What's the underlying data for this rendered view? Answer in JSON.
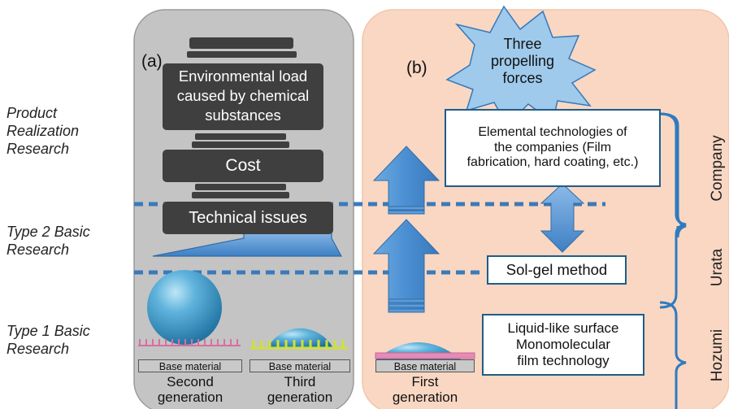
{
  "left_labels": {
    "product_realization": [
      "Product",
      "Realization",
      "Research"
    ],
    "type2": [
      "Type 2 Basic",
      "Research"
    ],
    "type1": [
      "Type 1 Basic",
      "Research"
    ]
  },
  "panel_a": {
    "label": "(a)",
    "environmental_load": [
      "Environmental load",
      "caused by chemical",
      "substances"
    ],
    "cost": "Cost",
    "technical_issues": "Technical issues",
    "base_label": "Base material",
    "second_generation": [
      "Second",
      "generation"
    ],
    "third_generation": [
      "Third",
      "generation"
    ]
  },
  "panel_b": {
    "label": "(b)",
    "star_text": [
      "Three",
      "propelling",
      "forces"
    ],
    "elemental_technologies": [
      "Elemental technologies of",
      "the companies (Film",
      "fabrication, hard coating, etc.)"
    ],
    "sol_gel": "Sol-gel method",
    "liquid_like": [
      "Liquid-like surface",
      "Monomolecular",
      "film technology"
    ],
    "base_label": "Base material",
    "first_generation": [
      "First",
      "generation"
    ]
  },
  "right_labels": {
    "company": "Company",
    "urata": "Urata",
    "hozumi": "Hozumi"
  },
  "colors": {
    "panel_a_fill": "#c4c4c4",
    "panel_b_fill": "#f9d7c3",
    "dark_bar": "#3f3f3f",
    "arrow_blue": "#4a90d1",
    "box_border": "#1f5d8a",
    "dotted_line": "#3a7ab8"
  }
}
